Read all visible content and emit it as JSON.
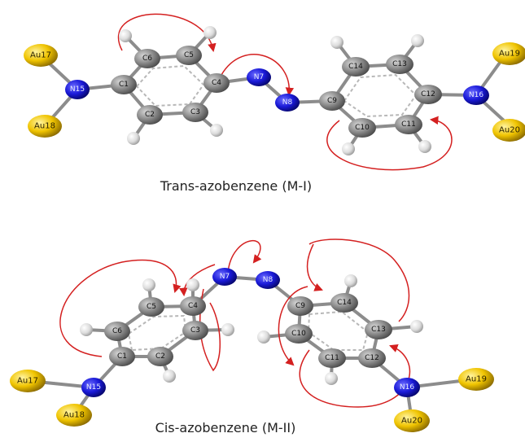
{
  "colors": {
    "carbon": "#8a8a8a",
    "hydrogen": "#e4e4e4",
    "nitrogen": "#1a1ad8",
    "gold": "#f0c400",
    "arrow": "#d42020",
    "bond": "#8c8c8c"
  },
  "molecules": [
    {
      "caption": "Trans-azobenzene (M-I)",
      "atoms": [
        {
          "label": "Au17"
        },
        {
          "label": "Au18"
        },
        {
          "label": "N15"
        },
        {
          "label": "C1"
        },
        {
          "label": "C6"
        },
        {
          "label": "C5"
        },
        {
          "label": "C4"
        },
        {
          "label": "C3"
        },
        {
          "label": "C2"
        },
        {
          "label": "N7"
        },
        {
          "label": "N8"
        },
        {
          "label": "C9"
        },
        {
          "label": "C14"
        },
        {
          "label": "C13"
        },
        {
          "label": "C12"
        },
        {
          "label": "C11"
        },
        {
          "label": "C10"
        },
        {
          "label": "N16"
        },
        {
          "label": "Au19"
        },
        {
          "label": "Au20"
        }
      ]
    },
    {
      "caption": "Cis-azobenzene (M-II)",
      "atoms": [
        {
          "label": "Au17"
        },
        {
          "label": "Au18"
        },
        {
          "label": "N15"
        },
        {
          "label": "C1"
        },
        {
          "label": "C6"
        },
        {
          "label": "C5"
        },
        {
          "label": "C4"
        },
        {
          "label": "C3"
        },
        {
          "label": "C2"
        },
        {
          "label": "N7"
        },
        {
          "label": "N8"
        },
        {
          "label": "C9"
        },
        {
          "label": "C14"
        },
        {
          "label": "C13"
        },
        {
          "label": "C12"
        },
        {
          "label": "C11"
        },
        {
          "label": "C10"
        },
        {
          "label": "N16"
        },
        {
          "label": "Au19"
        },
        {
          "label": "Au20"
        }
      ]
    }
  ]
}
